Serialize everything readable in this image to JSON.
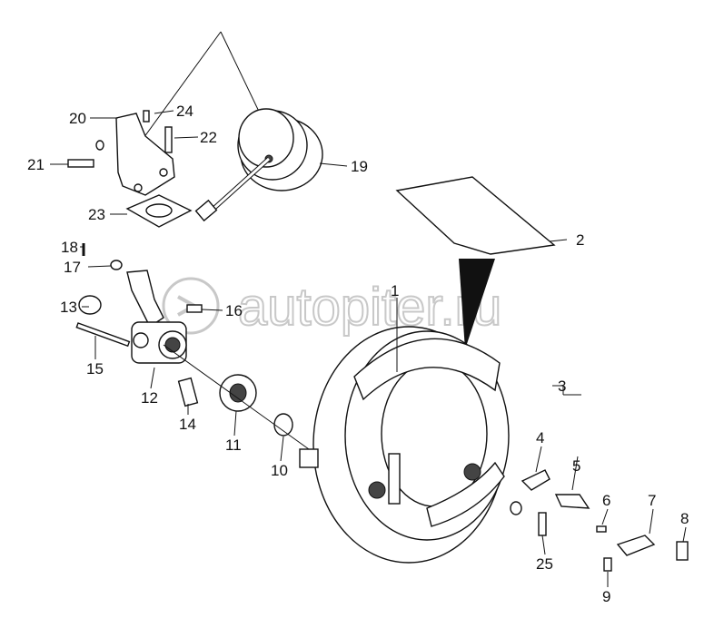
{
  "watermark": "autopiter.ru",
  "callouts": [
    "1",
    "2",
    "3",
    "4",
    "5",
    "6",
    "7",
    "8",
    "9",
    "10",
    "11",
    "12",
    "13",
    "14",
    "15",
    "16",
    "17",
    "18",
    "19",
    "20",
    "21",
    "22",
    "23",
    "24",
    "25"
  ]
}
